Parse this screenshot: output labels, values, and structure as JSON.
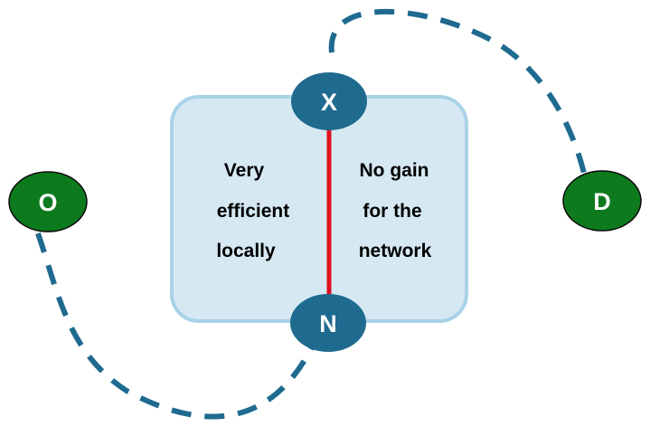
{
  "nodes": {
    "origin": {
      "label": "O"
    },
    "destination": {
      "label": "D"
    },
    "x": {
      "label": "X"
    },
    "n": {
      "label": "N"
    }
  },
  "panel": {
    "left_lines": [
      "Very",
      "efficient",
      "locally"
    ],
    "right_lines": [
      "No gain",
      "for the",
      "network"
    ]
  },
  "colors": {
    "origin_destination_fill": "#0d7a1e",
    "relay_fill": "#1f6a8f",
    "panel_fill": "#d6e9f3",
    "panel_border": "#a9d2e6",
    "dashed_path": "#1f6a8f",
    "link": "#e0101e"
  }
}
